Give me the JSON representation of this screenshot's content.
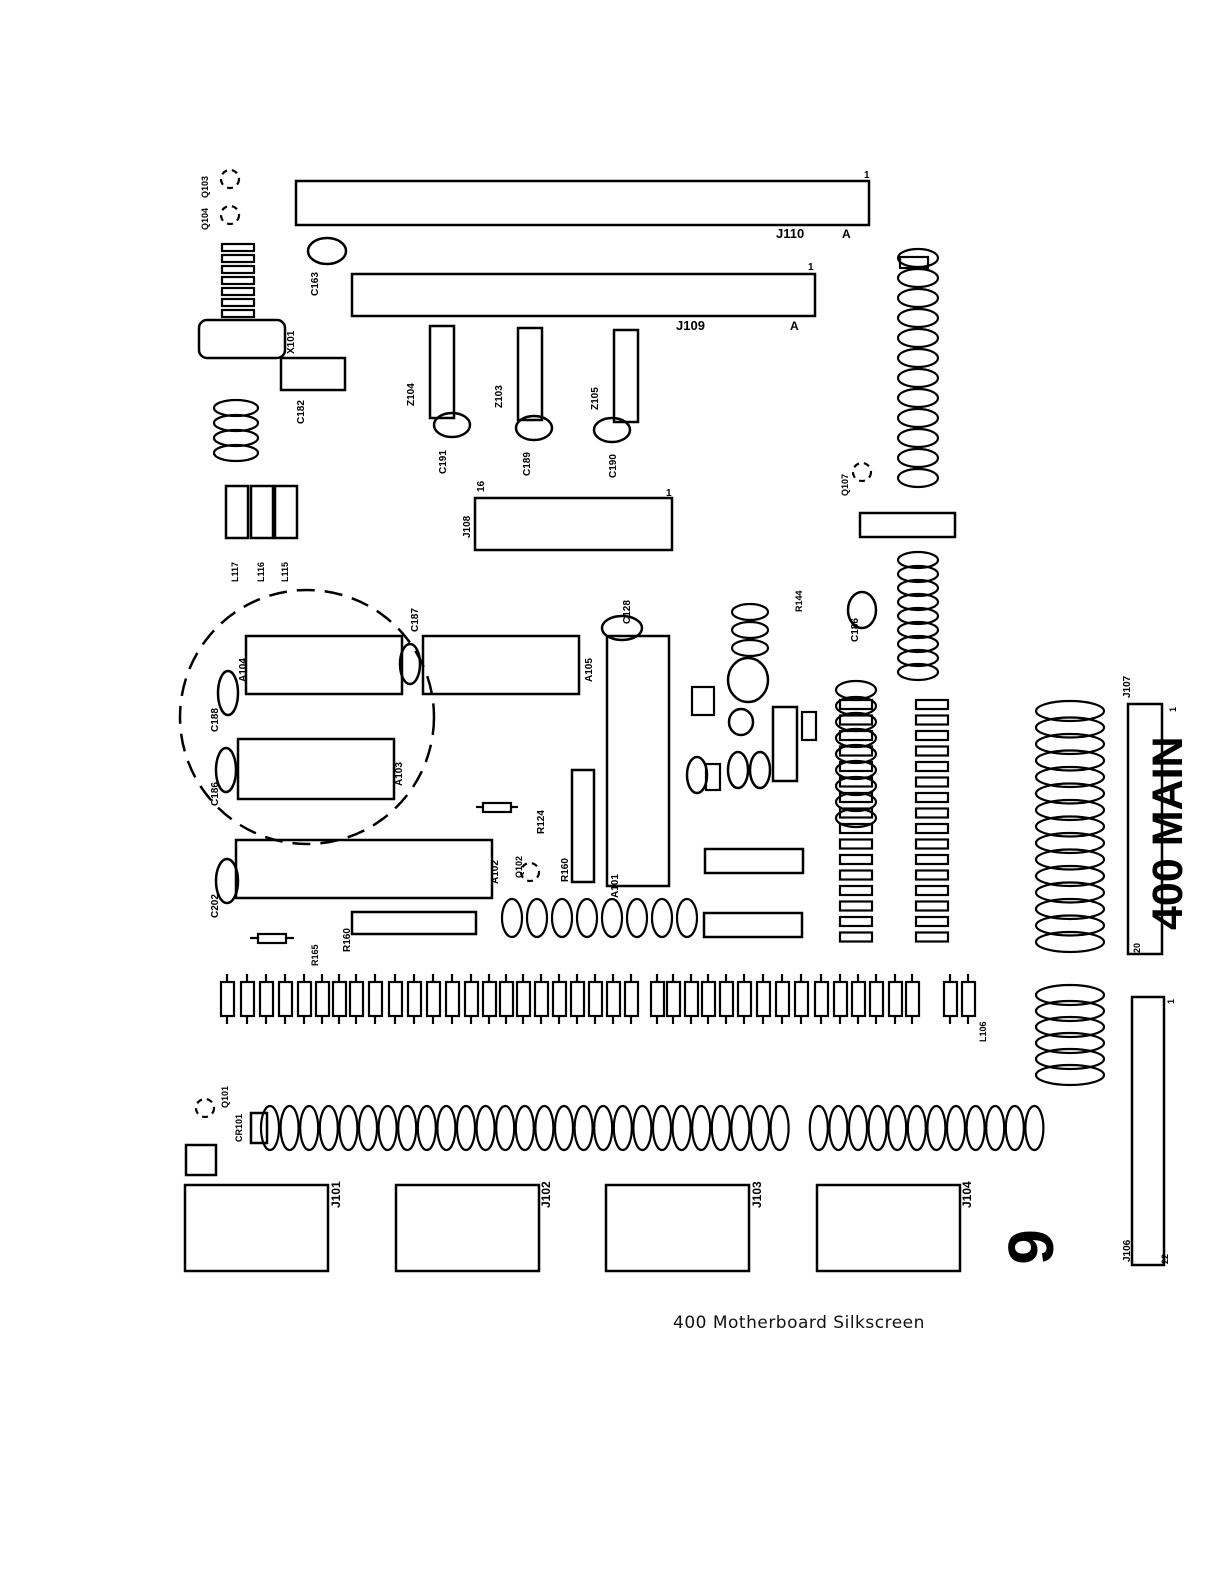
{
  "caption": "400 Motherboard Silkscreen",
  "board_title": "400 MAIN",
  "page_marker": "9",
  "connectors": {
    "j110": "J110",
    "j109": "J109",
    "j108": "J108",
    "j107": "J107",
    "j106": "J106",
    "j101": "J101",
    "j102": "J102",
    "j103": "J103",
    "j104": "J104",
    "pin_a": "A",
    "pin_1": "1",
    "pin_16": "16",
    "pin_20": "20",
    "pin_22": "22"
  },
  "chips": {
    "a101": "A101",
    "a102": "A102",
    "a103": "A103",
    "a104": "A104",
    "a105": "A105",
    "x101": "X101",
    "z103": "Z103",
    "z104": "Z104",
    "z105": "Z105"
  },
  "parts": {
    "c163": "C163",
    "c182": "C182",
    "c191": "C191",
    "c190": "C190",
    "c189": "C189",
    "c187": "C187",
    "c128": "C128",
    "c188": "C188",
    "c202": "C202",
    "c186": "C186",
    "r124": "R124",
    "r160": "R160",
    "r165": "R165",
    "r144": "R144",
    "q101": "Q101",
    "q102": "Q102",
    "q103": "Q103",
    "q104": "Q104",
    "q107": "Q107",
    "l117": "L117",
    "l116": "L116",
    "l115": "L115",
    "l106": "L106",
    "cr101": "CR101"
  }
}
